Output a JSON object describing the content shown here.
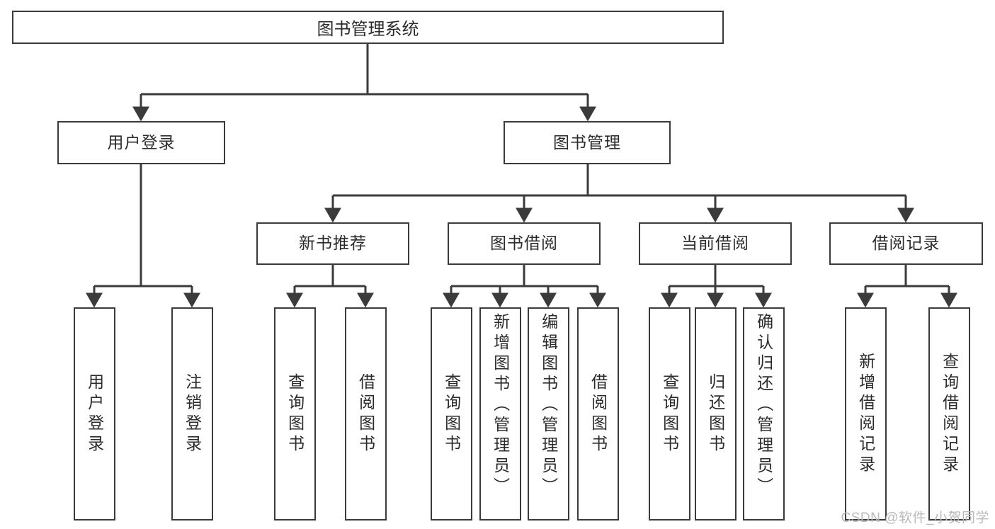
{
  "diagram": {
    "title": "图书管理系统",
    "type": "tree-hierarchy-chart",
    "root": {
      "label": "图书管理系统"
    },
    "tier2": [
      {
        "label": "用户登录"
      },
      {
        "label": "图书管理"
      }
    ],
    "tier3": [
      {
        "label": "新书推荐"
      },
      {
        "label": "图书借阅"
      },
      {
        "label": "当前借阅"
      },
      {
        "label": "借阅记录"
      }
    ],
    "leaves": [
      {
        "label": "用户登录",
        "parent": "用户登录"
      },
      {
        "label": "注销登录",
        "parent": "用户登录"
      },
      {
        "label": "查询图书",
        "parent": "新书推荐"
      },
      {
        "label": "借阅图书",
        "parent": "新书推荐"
      },
      {
        "label": "查询图书",
        "parent": "图书借阅"
      },
      {
        "label": "新增图书（管理员）",
        "parent": "图书借阅"
      },
      {
        "label": "编辑图书（管理员）",
        "parent": "图书借阅"
      },
      {
        "label": "借阅图书",
        "parent": "图书借阅"
      },
      {
        "label": "查询图书",
        "parent": "当前借阅"
      },
      {
        "label": "归还图书",
        "parent": "当前借阅"
      },
      {
        "label": "确认归还（管理员）",
        "parent": "当前借阅"
      },
      {
        "label": "新增借阅记录",
        "parent": "借阅记录"
      },
      {
        "label": "查询借阅记录",
        "parent": "借阅记录"
      }
    ]
  },
  "watermark": {
    "text": "CSDN @软件_小贺同学"
  },
  "colors": {
    "stroke": "#3b3b3b",
    "fill": "#ffffff",
    "text": "#2b2b2b",
    "watermark": "#b9b9b9"
  }
}
